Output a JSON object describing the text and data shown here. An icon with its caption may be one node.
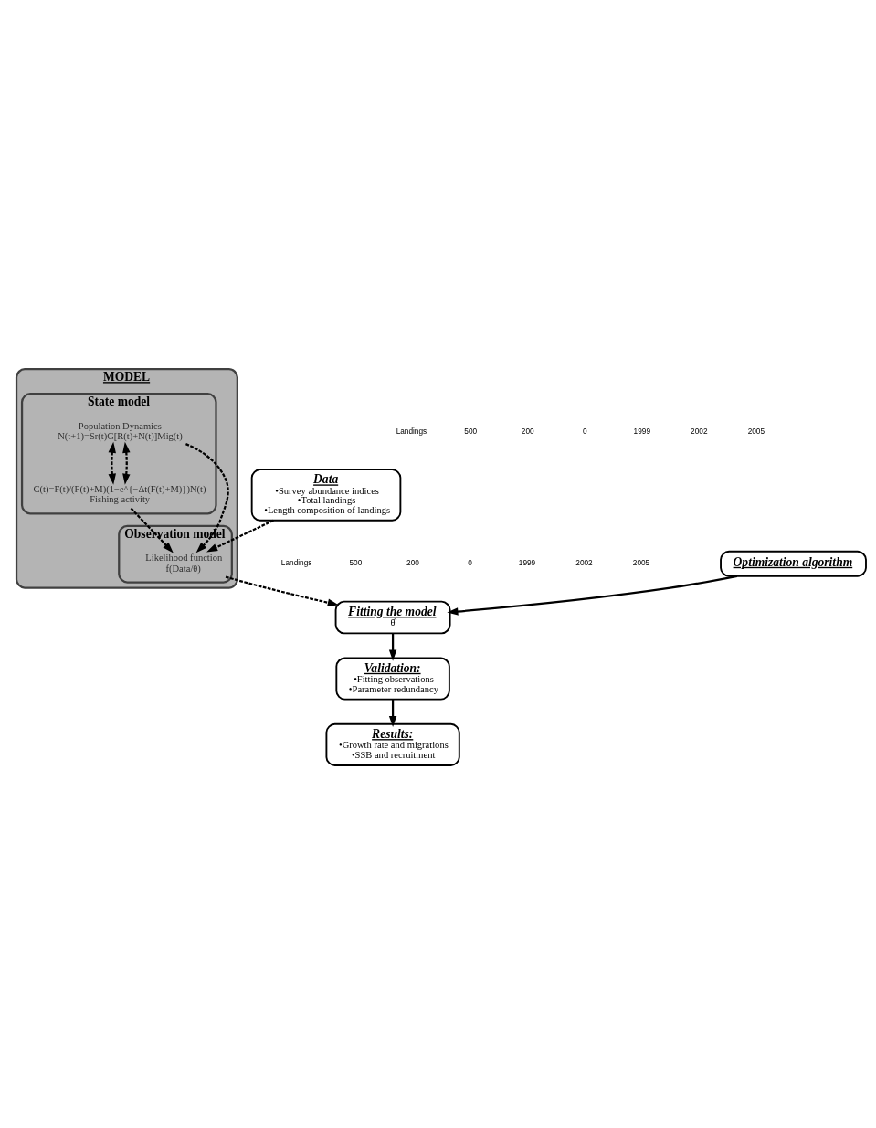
{
  "diagram": {
    "nodes": [
      {
        "text": [
          "Data",
          "•Survey abundance indices",
          "•Total landings",
          "•Length composition of landings"
        ]
      },
      {
        "text": [
          "MODEL"
        ]
      },
      {
        "text": [
          "Observation model"
        ],
        "in": 1
      },
      {
        "text": [
          "Likelihood function",
          "f(Data/θ)"
        ],
        "in": 2
      },
      {
        "text": [
          "State model"
        ],
        "in": 1
      },
      {
        "text": [
          "Population Dynamics",
          "N(t+1)=Sr(t)G[R(t)+N(t)]Mig(t)"
        ],
        "in": 4
      },
      {
        "text": [
          "C(t)=F(t)/(F(t)+M)(1−e^{−Δt(F(t)+M)})N(t)",
          "Fishing activity"
        ],
        "in": 4
      },
      {
        "text": [
          "Optimization algorithm"
        ]
      },
      {
        "text": [
          "Fitting the model",
          "θ̂"
        ]
      },
      {
        "text": [
          "Validation:",
          "•Fitting observations",
          "•Parameter redundancy"
        ]
      },
      {
        "text": [
          "Results:",
          "•Growth rate and migrations",
          "•SSB and recruitment"
        ]
      }
    ],
    "edges": [
      {
        "from": 0,
        "to": 3,
        "arrow": "to",
        "style": "dashed"
      },
      {
        "from": 5,
        "to": 3,
        "arrow": "to",
        "style": "dashed"
      },
      {
        "from": 6,
        "to": 3,
        "arrow": "to",
        "style": "dashed"
      },
      {
        "from": 5,
        "to": 6,
        "arrow": "both",
        "style": "dashed"
      },
      {
        "from": 5,
        "to": 6,
        "arrow": "both",
        "style": "dashed"
      },
      {
        "from": 3,
        "to": 8,
        "arrow": "to",
        "style": "dashed"
      },
      {
        "from": 7,
        "to": 8,
        "arrow": "to"
      },
      {
        "from": 8,
        "to": 9,
        "arrow": "to"
      },
      {
        "from": 9,
        "to": 10,
        "arrow": "to"
      }
    ],
    "labels": [
      "Landings",
      "500",
      "200",
      "0",
      "1999",
      "2002",
      "2005",
      "Landings",
      "500",
      "200",
      "0",
      "1999",
      "2002",
      "2005"
    ]
  }
}
